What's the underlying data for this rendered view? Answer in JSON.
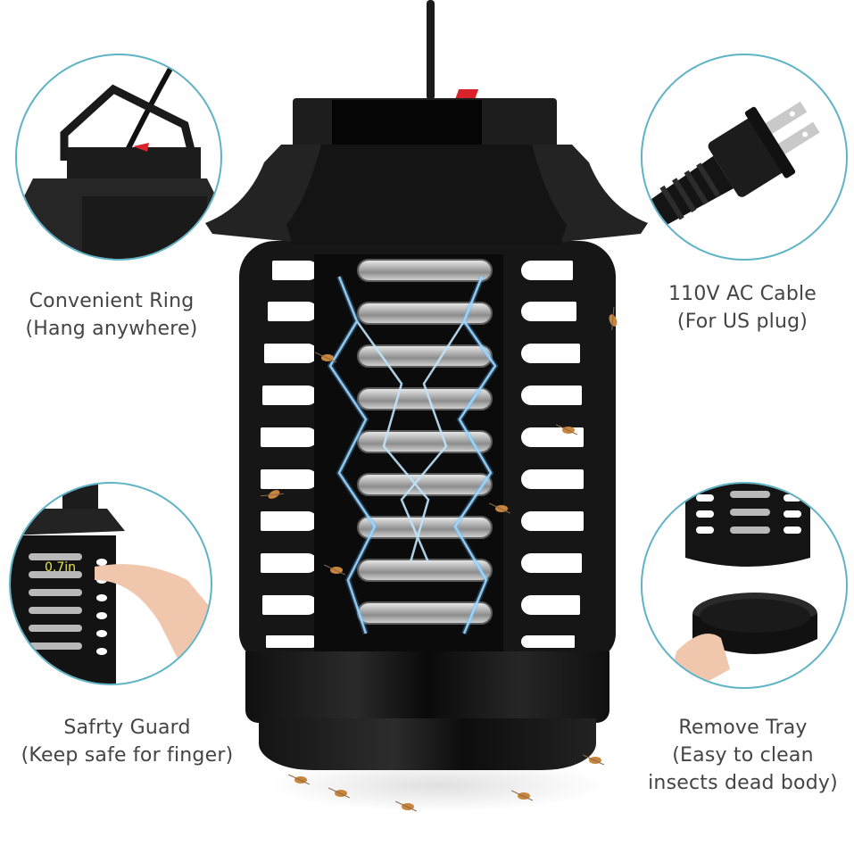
{
  "product": {
    "name": "bug-zapper-lantern",
    "accent_color": "#5fb3c6",
    "text_color": "#444444",
    "switch_color": "#d8232a"
  },
  "features": [
    {
      "id": "convenient-ring",
      "title": "Convenient Ring",
      "subtitle": "(Hang anywhere)",
      "icon": "hanging-ring-icon"
    },
    {
      "id": "ac-cable",
      "title": "110V AC Cable",
      "subtitle": "(For US plug)",
      "icon": "us-plug-icon"
    },
    {
      "id": "safety-guard",
      "title": "Safrty Guard",
      "subtitle": "(Keep safe for finger)",
      "icon": "finger-guard-icon",
      "measurement": "0.7in"
    },
    {
      "id": "remove-tray",
      "title": "Remove Tray",
      "subtitle_line1": "(Easy to clean",
      "subtitle_line2": "insects dead body)",
      "icon": "removable-tray-icon"
    }
  ]
}
